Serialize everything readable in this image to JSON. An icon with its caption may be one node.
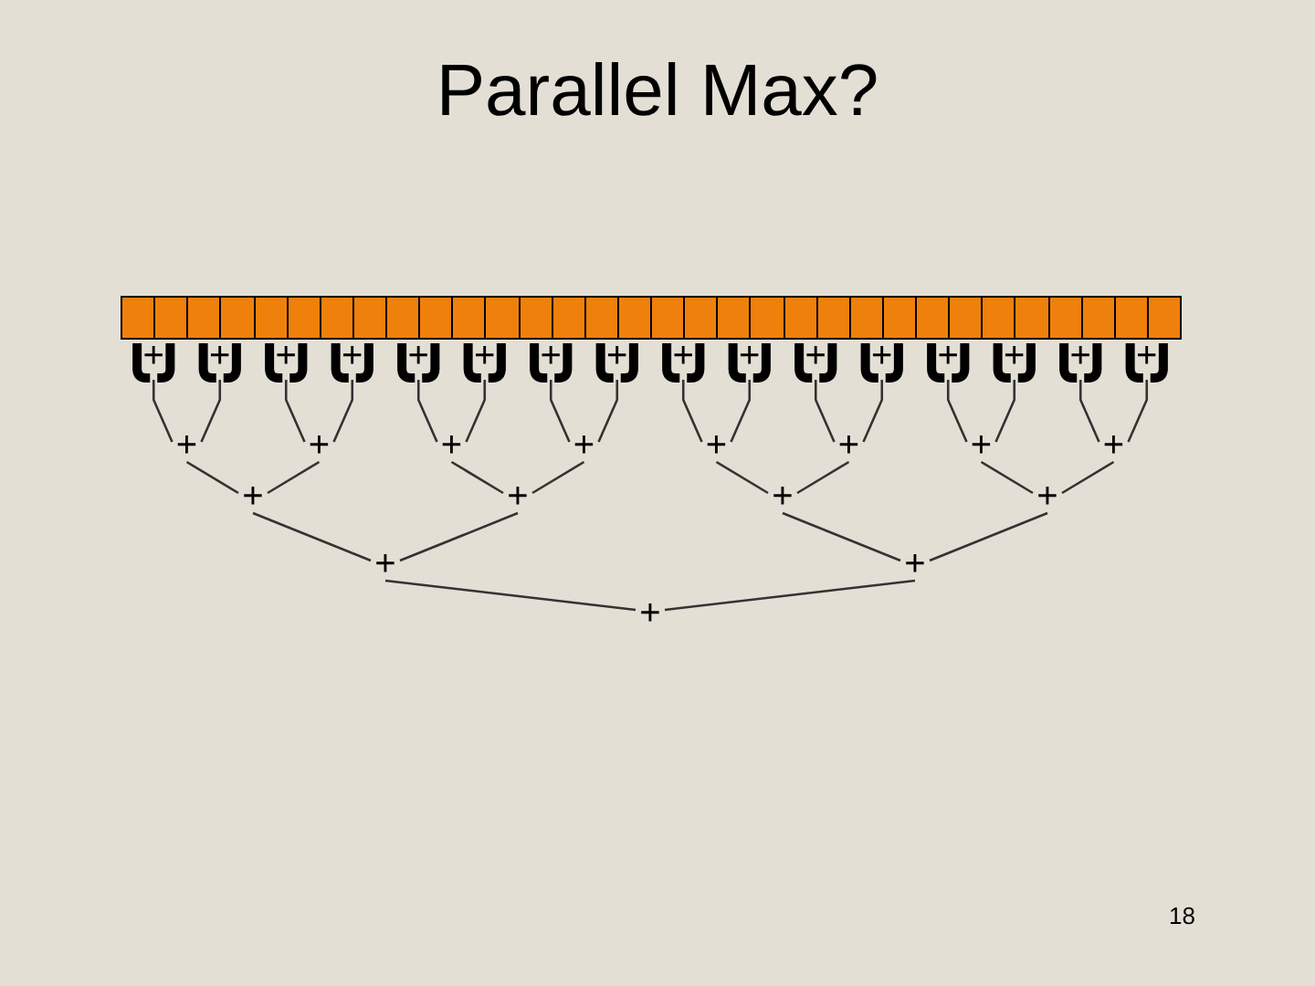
{
  "diagram": {
    "title": "Parallel Max?",
    "nodes": [
      {
        "text": [],
        "shape": "box"
      },
      {
        "text": [],
        "shape": "box"
      },
      {
        "text": [],
        "shape": "box"
      },
      {
        "text": [],
        "shape": "box"
      },
      {
        "text": [],
        "shape": "box"
      },
      {
        "text": [],
        "shape": "box"
      },
      {
        "text": [],
        "shape": "box"
      },
      {
        "text": [],
        "shape": "box"
      },
      {
        "text": [],
        "shape": "box"
      },
      {
        "text": [],
        "shape": "box"
      },
      {
        "text": [],
        "shape": "box"
      },
      {
        "text": [],
        "shape": "box"
      },
      {
        "text": [],
        "shape": "box"
      },
      {
        "text": [],
        "shape": "box"
      },
      {
        "text": [],
        "shape": "box"
      },
      {
        "text": [],
        "shape": "box"
      },
      {
        "text": [],
        "shape": "box"
      },
      {
        "text": [],
        "shape": "box"
      },
      {
        "text": [],
        "shape": "box"
      },
      {
        "text": [],
        "shape": "box"
      },
      {
        "text": [],
        "shape": "box"
      },
      {
        "text": [],
        "shape": "box"
      },
      {
        "text": [],
        "shape": "box"
      },
      {
        "text": [],
        "shape": "box"
      },
      {
        "text": [],
        "shape": "box"
      },
      {
        "text": [],
        "shape": "box"
      },
      {
        "text": [],
        "shape": "box"
      },
      {
        "text": [],
        "shape": "box"
      },
      {
        "text": [],
        "shape": "box"
      },
      {
        "text": [],
        "shape": "box"
      },
      {
        "text": [],
        "shape": "box"
      },
      {
        "text": [],
        "shape": "box"
      },
      {
        "text": [
          "+"
        ]
      },
      {
        "text": [
          "+"
        ]
      },
      {
        "text": [
          "+"
        ]
      },
      {
        "text": [
          "+"
        ]
      },
      {
        "text": [
          "+"
        ]
      },
      {
        "text": [
          "+"
        ]
      },
      {
        "text": [
          "+"
        ]
      },
      {
        "text": [
          "+"
        ]
      },
      {
        "text": [
          "+"
        ]
      },
      {
        "text": [
          "+"
        ]
      },
      {
        "text": [
          "+"
        ]
      },
      {
        "text": [
          "+"
        ]
      },
      {
        "text": [
          "+"
        ]
      },
      {
        "text": [
          "+"
        ]
      },
      {
        "text": [
          "+"
        ]
      },
      {
        "text": [
          "+"
        ]
      },
      {
        "text": [
          "+"
        ]
      },
      {
        "text": [
          "+"
        ]
      },
      {
        "text": [
          "+"
        ]
      },
      {
        "text": [
          "+"
        ]
      },
      {
        "text": [
          "+"
        ]
      },
      {
        "text": [
          "+"
        ]
      },
      {
        "text": [
          "+"
        ]
      },
      {
        "text": [
          "+"
        ]
      },
      {
        "text": [
          "+"
        ]
      },
      {
        "text": [
          "+"
        ]
      },
      {
        "text": [
          "+"
        ]
      },
      {
        "text": [
          "+"
        ]
      },
      {
        "text": [
          "+"
        ]
      },
      {
        "text": [
          "+"
        ]
      },
      {
        "text": [
          "+"
        ]
      }
    ],
    "edges": [
      {
        "from": 0,
        "to": 32,
        "arrow": "none"
      },
      {
        "from": 1,
        "to": 32,
        "arrow": "none"
      },
      {
        "from": 2,
        "to": 33,
        "arrow": "none"
      },
      {
        "from": 3,
        "to": 33,
        "arrow": "none"
      },
      {
        "from": 4,
        "to": 34,
        "arrow": "none"
      },
      {
        "from": 5,
        "to": 34,
        "arrow": "none"
      },
      {
        "from": 6,
        "to": 35,
        "arrow": "none"
      },
      {
        "from": 7,
        "to": 35,
        "arrow": "none"
      },
      {
        "from": 8,
        "to": 36,
        "arrow": "none"
      },
      {
        "from": 9,
        "to": 36,
        "arrow": "none"
      },
      {
        "from": 10,
        "to": 37,
        "arrow": "none"
      },
      {
        "from": 11,
        "to": 37,
        "arrow": "none"
      },
      {
        "from": 12,
        "to": 38,
        "arrow": "none"
      },
      {
        "from": 13,
        "to": 38,
        "arrow": "none"
      },
      {
        "from": 14,
        "to": 39,
        "arrow": "none"
      },
      {
        "from": 15,
        "to": 39,
        "arrow": "none"
      },
      {
        "from": 16,
        "to": 40,
        "arrow": "none"
      },
      {
        "from": 17,
        "to": 40,
        "arrow": "none"
      },
      {
        "from": 18,
        "to": 41,
        "arrow": "none"
      },
      {
        "from": 19,
        "to": 41,
        "arrow": "none"
      },
      {
        "from": 20,
        "to": 42,
        "arrow": "none"
      },
      {
        "from": 21,
        "to": 42,
        "arrow": "none"
      },
      {
        "from": 22,
        "to": 43,
        "arrow": "none"
      },
      {
        "from": 23,
        "to": 43,
        "arrow": "none"
      },
      {
        "from": 24,
        "to": 44,
        "arrow": "none"
      },
      {
        "from": 25,
        "to": 44,
        "arrow": "none"
      },
      {
        "from": 26,
        "to": 45,
        "arrow": "none"
      },
      {
        "from": 27,
        "to": 45,
        "arrow": "none"
      },
      {
        "from": 28,
        "to": 46,
        "arrow": "none"
      },
      {
        "from": 29,
        "to": 46,
        "arrow": "none"
      },
      {
        "from": 30,
        "to": 47,
        "arrow": "none"
      },
      {
        "from": 31,
        "to": 47,
        "arrow": "none"
      },
      {
        "from": 32,
        "to": 48,
        "arrow": "none"
      },
      {
        "from": 33,
        "to": 48,
        "arrow": "none"
      },
      {
        "from": 34,
        "to": 49,
        "arrow": "none"
      },
      {
        "from": 35,
        "to": 49,
        "arrow": "none"
      },
      {
        "from": 36,
        "to": 50,
        "arrow": "none"
      },
      {
        "from": 37,
        "to": 50,
        "arrow": "none"
      },
      {
        "from": 38,
        "to": 51,
        "arrow": "none"
      },
      {
        "from": 39,
        "to": 51,
        "arrow": "none"
      },
      {
        "from": 40,
        "to": 52,
        "arrow": "none"
      },
      {
        "from": 41,
        "to": 52,
        "arrow": "none"
      },
      {
        "from": 42,
        "to": 53,
        "arrow": "none"
      },
      {
        "from": 43,
        "to": 53,
        "arrow": "none"
      },
      {
        "from": 44,
        "to": 54,
        "arrow": "none"
      },
      {
        "from": 45,
        "to": 54,
        "arrow": "none"
      },
      {
        "from": 46,
        "to": 55,
        "arrow": "none"
      },
      {
        "from": 47,
        "to": 55,
        "arrow": "none"
      },
      {
        "from": 48,
        "to": 56,
        "arrow": "none"
      },
      {
        "from": 49,
        "to": 56,
        "arrow": "none"
      },
      {
        "from": 50,
        "to": 57,
        "arrow": "none"
      },
      {
        "from": 51,
        "to": 57,
        "arrow": "none"
      },
      {
        "from": 52,
        "to": 58,
        "arrow": "none"
      },
      {
        "from": 53,
        "to": 58,
        "arrow": "none"
      },
      {
        "from": 54,
        "to": 59,
        "arrow": "none"
      },
      {
        "from": 55,
        "to": 59,
        "arrow": "none"
      },
      {
        "from": 56,
        "to": 60,
        "arrow": "none"
      },
      {
        "from": 57,
        "to": 60,
        "arrow": "none"
      },
      {
        "from": 58,
        "to": 61,
        "arrow": "none"
      },
      {
        "from": 59,
        "to": 61,
        "arrow": "none"
      },
      {
        "from": 60,
        "to": 62,
        "arrow": "none"
      },
      {
        "from": 61,
        "to": 62,
        "arrow": "none"
      }
    ],
    "labels": [
      "18"
    ]
  }
}
